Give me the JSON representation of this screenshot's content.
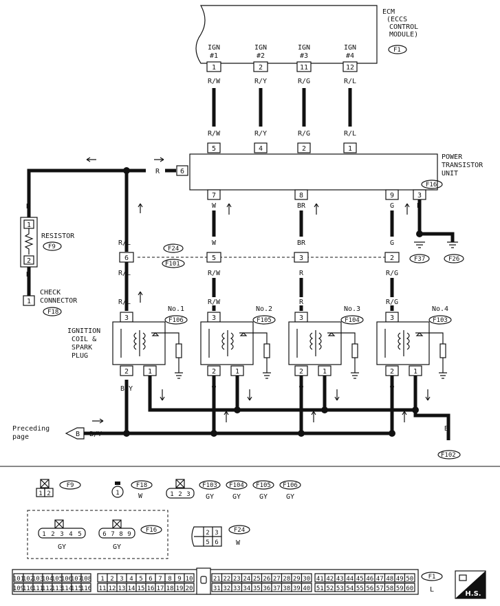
{
  "ecm": {
    "label": "ECM",
    "sub": [
      "(ECCS",
      "CONTROL",
      "MODULE)"
    ],
    "connector": "F1"
  },
  "ign_terminals": [
    {
      "label": "IGN",
      "num": "#1",
      "pin": "1",
      "color_top": "R/W",
      "color_bottom": "R/W",
      "ptu_pin": "5"
    },
    {
      "label": "IGN",
      "num": "#2",
      "pin": "2",
      "color_top": "R/Y",
      "color_bottom": "R/Y",
      "ptu_pin": "4"
    },
    {
      "label": "IGN",
      "num": "#3",
      "pin": "11",
      "color_top": "R/G",
      "color_bottom": "R/G",
      "ptu_pin": "2"
    },
    {
      "label": "IGN",
      "num": "#4",
      "pin": "12",
      "color_top": "R/L",
      "color_bottom": "R/L",
      "ptu_pin": "1"
    }
  ],
  "power_transistor": {
    "label": [
      "POWER",
      "TRANSISTOR",
      "UNIT"
    ],
    "connector": "F16",
    "pin6": "6",
    "wire6": "R"
  },
  "ptu_outputs": [
    {
      "pin": "7",
      "c1": "W",
      "c2": "W",
      "c3": "R/W",
      "c4": "R/W",
      "joint": "5"
    },
    {
      "pin": "8",
      "c1": "BR",
      "c2": "BR",
      "c3": "R",
      "c4": "R",
      "joint": "3"
    },
    {
      "pin": "9",
      "c1": "G",
      "c2": "G",
      "c3": "R/G",
      "c4": "R/G",
      "joint": "2"
    }
  ],
  "ptu_ground": {
    "pin": "3",
    "color": "B",
    "grounds": [
      "F37",
      "F26"
    ]
  },
  "left_branch": {
    "c1": "R/L",
    "c2": "R/L",
    "c3": "R/L",
    "joint": "6"
  },
  "joint_connector": {
    "top": "F24",
    "bottom": "F101"
  },
  "resistor": {
    "label": "RESISTOR",
    "connector": "F9",
    "pin_top": "1",
    "pin_bottom": "2",
    "wire_top": "R",
    "wire_bottom": "R"
  },
  "check_connector": {
    "label": [
      "CHECK",
      "CONNECTOR"
    ],
    "pin": "1",
    "connector": "F18"
  },
  "coil_label": [
    "IGNITION",
    "COIL &",
    "SPARK",
    "PLUG"
  ],
  "coils": [
    {
      "name": "No.1",
      "connector": "F106",
      "top": "3",
      "p2": "2",
      "p1": "1",
      "w2": "B/Y",
      "w1": "B"
    },
    {
      "name": "No.2",
      "connector": "F105",
      "top": "3",
      "p2": "2",
      "p1": "1",
      "w2": "W",
      "w1": "B"
    },
    {
      "name": "No.3",
      "connector": "F104",
      "top": "3",
      "p2": "2",
      "p1": "1",
      "w2": "W",
      "w1": "B"
    },
    {
      "name": "No.4",
      "connector": "F103",
      "top": "3",
      "p2": "2",
      "p1": "1",
      "w2": "W",
      "w1": "B"
    }
  ],
  "preceding": {
    "label": [
      "Preceding",
      "page"
    ],
    "pin": "B",
    "wire": "B/Y"
  },
  "ground_b": {
    "color": "B",
    "connector": "F102"
  },
  "connector_views": {
    "f9": {
      "pins": [
        "1",
        "2"
      ],
      "name": "F9"
    },
    "f18": {
      "pin": "1",
      "name": "F18",
      "color": "W"
    },
    "f103": {
      "pins": [
        "1",
        "2",
        "3"
      ],
      "names": [
        "F103",
        "F104",
        "F105",
        "F106"
      ],
      "colors": [
        "GY",
        "GY",
        "GY",
        "GY"
      ]
    },
    "f16a": {
      "pins": [
        "1",
        "2",
        "3",
        "4",
        "5"
      ],
      "color": "GY"
    },
    "f16b": {
      "pins": [
        "6",
        "7",
        "8",
        "9"
      ],
      "color": "GY",
      "name": "F16"
    },
    "f24": {
      "pins": [
        "2",
        "3",
        "5",
        "6"
      ],
      "name": "F24",
      "color": "W"
    },
    "f1": {
      "row1a": [
        "101",
        "102",
        "103",
        "104",
        "105",
        "106",
        "107",
        "108"
      ],
      "row2a": [
        "109",
        "110",
        "111",
        "112",
        "113",
        "114",
        "115",
        "116"
      ],
      "row1b": [
        "1",
        "2",
        "3",
        "4",
        "5",
        "6",
        "7",
        "8",
        "9",
        "10"
      ],
      "row2b": [
        "11",
        "12",
        "13",
        "14",
        "15",
        "16",
        "17",
        "18",
        "19",
        "20"
      ],
      "row1c": [
        "21",
        "22",
        "23",
        "24",
        "25",
        "26",
        "27",
        "28",
        "29",
        "30"
      ],
      "row2c": [
        "31",
        "32",
        "33",
        "34",
        "35",
        "36",
        "37",
        "38",
        "39",
        "40"
      ],
      "row1d": [
        "41",
        "42",
        "43",
        "44",
        "45",
        "46",
        "47",
        "48",
        "49",
        "50"
      ],
      "row2d": [
        "51",
        "52",
        "53",
        "54",
        "55",
        "56",
        "57",
        "58",
        "59",
        "60"
      ],
      "name": "F1",
      "color": "L"
    },
    "hs": "H.S."
  }
}
